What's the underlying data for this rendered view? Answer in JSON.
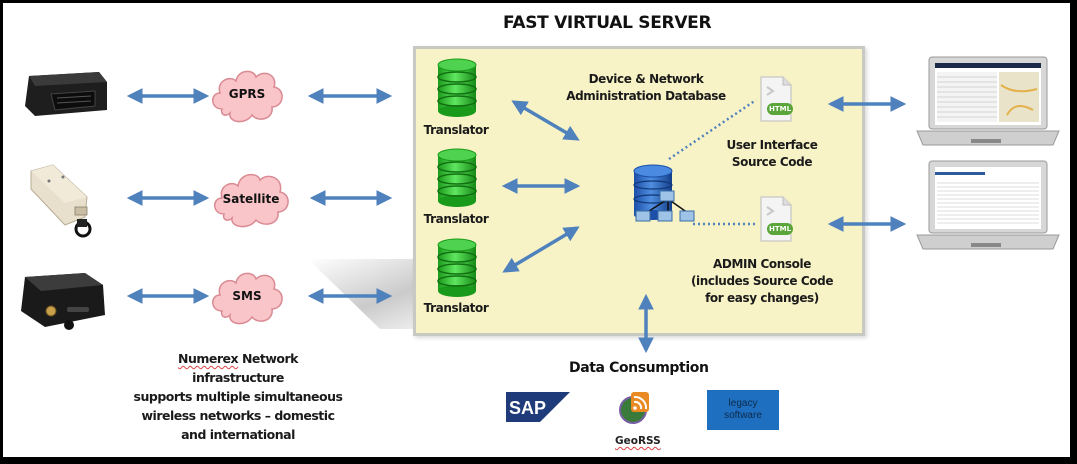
{
  "title": "FAST VIRTUAL SERVER",
  "devices": [
    {
      "name": "obd-device",
      "color": "black"
    },
    {
      "name": "satellite-device",
      "color": "beige"
    },
    {
      "name": "sms-device",
      "color": "black"
    }
  ],
  "networks": [
    {
      "label": "GPRS"
    },
    {
      "label": "Satellite"
    },
    {
      "label": "SMS"
    }
  ],
  "translators": [
    {
      "label": "Translator"
    },
    {
      "label": "Translator"
    },
    {
      "label": "Translator"
    }
  ],
  "database": {
    "label_line1": "Device & Network",
    "label_line2": "Administration Database"
  },
  "ui_source": {
    "icon_badge": "HTML",
    "label_line1": "User Interface",
    "label_line2": "Source Code"
  },
  "admin_console": {
    "icon_badge": "HTML",
    "label_line1": "ADMIN Console",
    "label_line2": "(includes Source Code",
    "label_line3": "for easy changes)"
  },
  "footnote": {
    "brand": "Numerex",
    "line1_rest": " Network infrastructure",
    "line2": "supports multiple simultaneous",
    "line3": "wireless networks – domestic",
    "line4": "and international"
  },
  "data_consumption": {
    "title": "Data Consumption",
    "sap_label": "SAP",
    "georss_label": "GeoRSS",
    "legacy_line1": "legacy",
    "legacy_line2": "software"
  },
  "colors": {
    "arrow": "#4f81bd",
    "cloud_fill": "#f9c5c9",
    "cloud_stroke": "#d98a92",
    "server_bg": "#f7f3c6",
    "translator_green": "#2fbf2f",
    "legacy_bg": "#1f6fc1"
  }
}
